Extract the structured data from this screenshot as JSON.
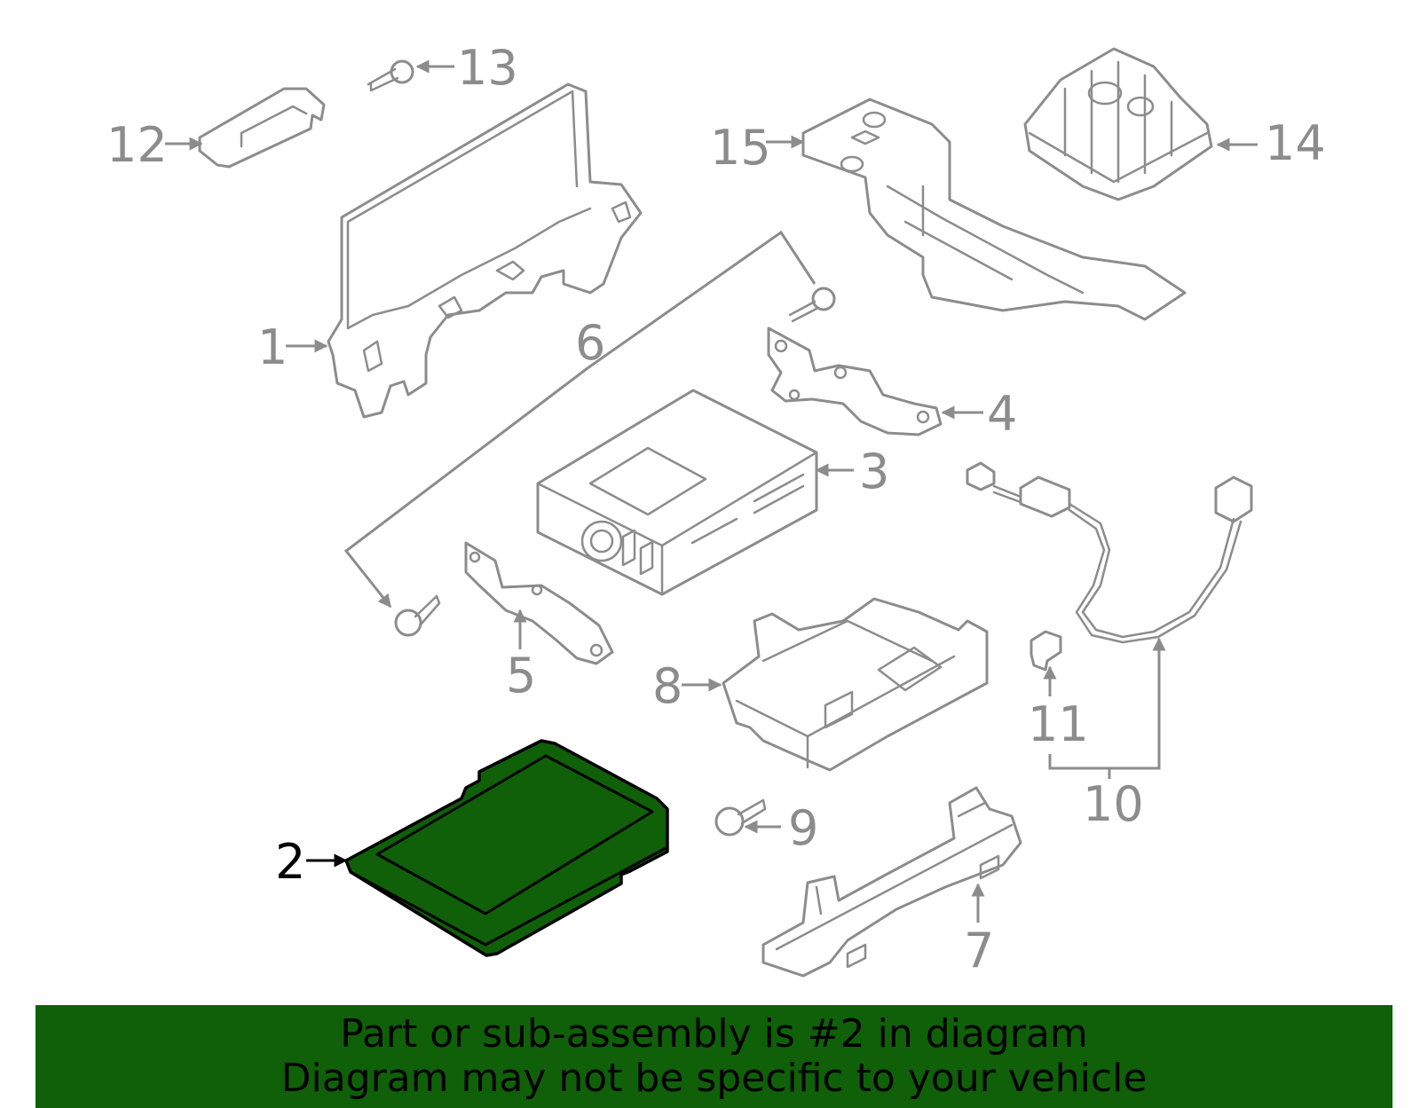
{
  "callouts": [
    {
      "id": "c1",
      "number": "1"
    },
    {
      "id": "c2",
      "number": "2",
      "highlighted": true
    },
    {
      "id": "c3",
      "number": "3"
    },
    {
      "id": "c4",
      "number": "4"
    },
    {
      "id": "c5",
      "number": "5"
    },
    {
      "id": "c6",
      "number": "6"
    },
    {
      "id": "c7",
      "number": "7"
    },
    {
      "id": "c8",
      "number": "8"
    },
    {
      "id": "c9",
      "number": "9"
    },
    {
      "id": "c10",
      "number": "10"
    },
    {
      "id": "c11",
      "number": "11"
    },
    {
      "id": "c12",
      "number": "12"
    },
    {
      "id": "c13",
      "number": "13"
    },
    {
      "id": "c14",
      "number": "14"
    },
    {
      "id": "c15",
      "number": "15"
    }
  ],
  "banner": {
    "line1": "Part or sub-assembly is #2 in diagram",
    "line2": "Diagram may not be specific to your vehicle"
  },
  "colors": {
    "highlight_fill": "#0f6008",
    "banner_background": "#0f6008",
    "line_art": "#8c8c8c",
    "highlight_outline": "#000000"
  }
}
